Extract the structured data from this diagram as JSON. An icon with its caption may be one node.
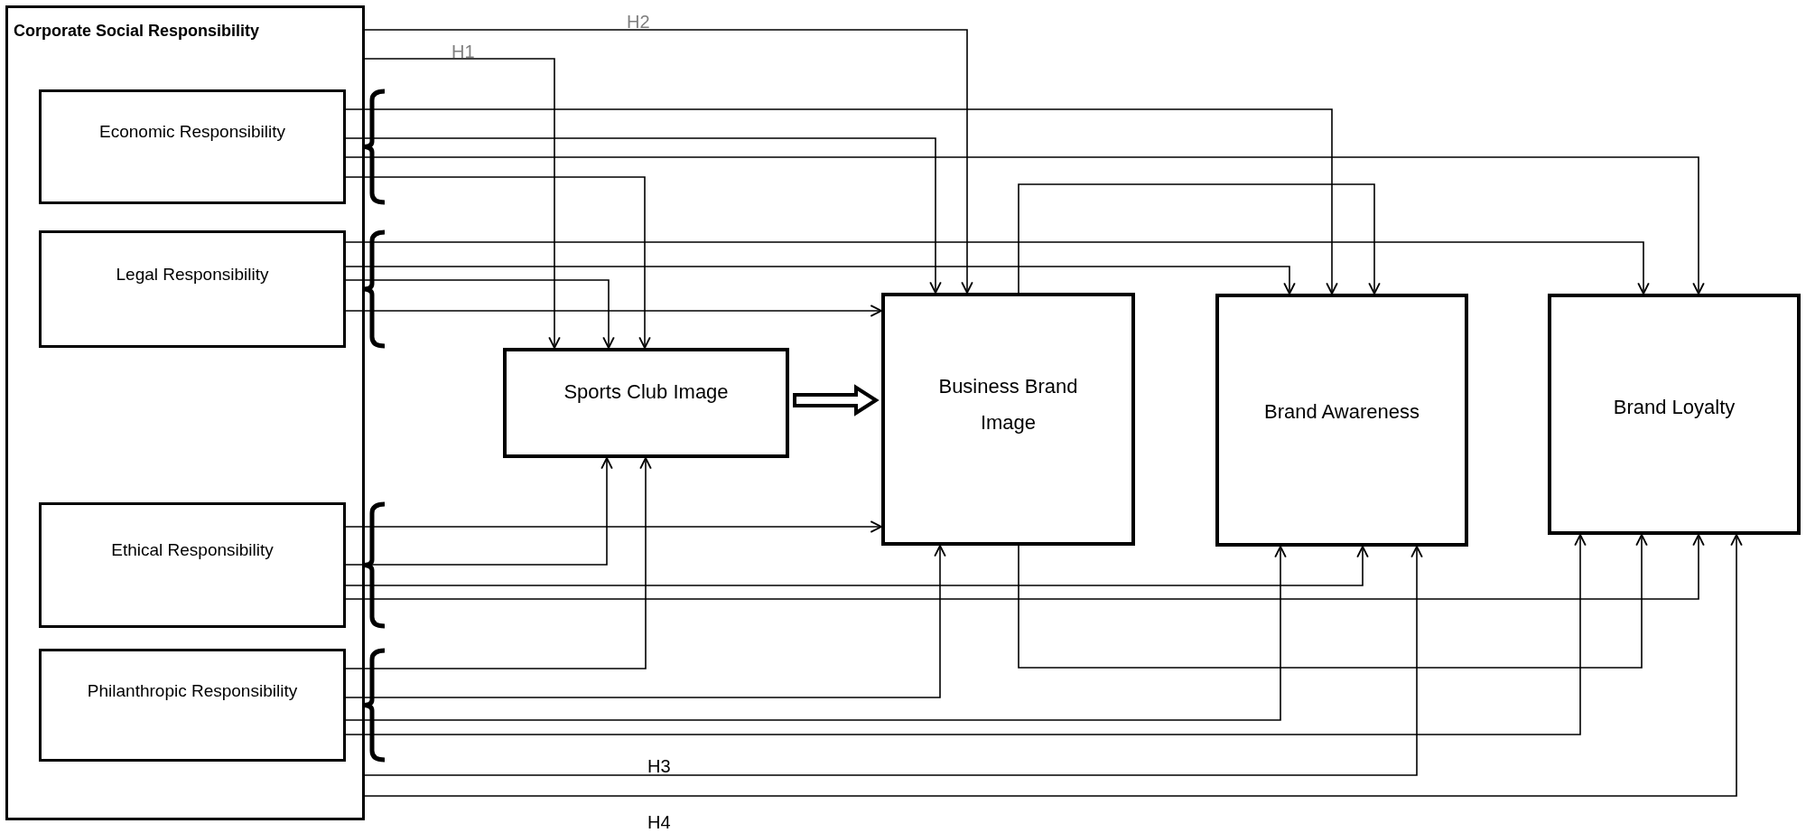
{
  "diagram": {
    "nodes": [
      {
        "text": [
          "Corporate Social Responsibility"
        ]
      },
      {
        "text": [
          "Economic Responsibility"
        ],
        "in": 0
      },
      {
        "text": [
          "Legal Responsibility"
        ],
        "in": 0
      },
      {
        "text": [
          "Ethical Responsibility"
        ],
        "in": 0
      },
      {
        "text": [
          "Philanthropic Responsibility"
        ],
        "in": 0
      },
      {
        "text": [
          "Sports Club Image"
        ]
      },
      {
        "text": [
          "Business Brand Image"
        ]
      },
      {
        "text": [
          "Brand Awareness"
        ]
      },
      {
        "text": [
          "Brand Loyalty"
        ]
      }
    ],
    "edges": [
      {
        "from": 0,
        "to": 5,
        "arrow": "to",
        "label": "H1"
      },
      {
        "from": 0,
        "to": 6,
        "arrow": "to",
        "label": "H2"
      },
      {
        "from": 1,
        "to": 7,
        "arrow": "to"
      },
      {
        "from": 1,
        "to": 6,
        "arrow": "to"
      },
      {
        "from": 1,
        "to": 8,
        "arrow": "to"
      },
      {
        "from": 1,
        "to": 5,
        "arrow": "to"
      },
      {
        "from": 2,
        "to": 8,
        "arrow": "to"
      },
      {
        "from": 2,
        "to": 7,
        "arrow": "to"
      },
      {
        "from": 2,
        "to": 5,
        "arrow": "to"
      },
      {
        "from": 2,
        "to": 6,
        "arrow": "to"
      },
      {
        "from": 5,
        "to": 6,
        "arrow": "to",
        "style": "thick"
      },
      {
        "from": 6,
        "to": 7,
        "arrow": "to"
      },
      {
        "from": 3,
        "to": 6,
        "arrow": "to"
      },
      {
        "from": 3,
        "to": 5,
        "arrow": "to"
      },
      {
        "from": 3,
        "to": 7,
        "arrow": "to"
      },
      {
        "from": 3,
        "to": 8,
        "arrow": "to"
      },
      {
        "from": 4,
        "to": 5,
        "arrow": "to"
      },
      {
        "from": 4,
        "to": 6,
        "arrow": "to"
      },
      {
        "from": 4,
        "to": 7,
        "arrow": "to"
      },
      {
        "from": 4,
        "to": 8,
        "arrow": "to"
      },
      {
        "from": 6,
        "to": 8,
        "arrow": "to"
      },
      {
        "from": 0,
        "to": 7,
        "arrow": "to",
        "label": "H3"
      },
      {
        "from": 0,
        "to": 8,
        "arrow": "to",
        "label": "H4"
      }
    ]
  }
}
